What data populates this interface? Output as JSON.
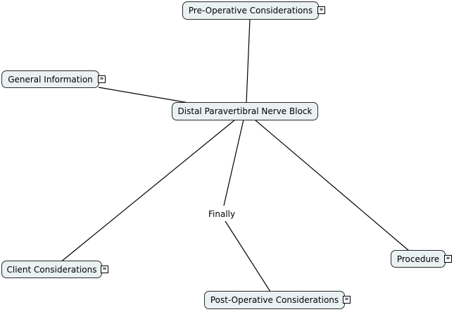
{
  "central": {
    "label": "Distal Paravertibral Nerve Block"
  },
  "nodes": {
    "pre_operative": {
      "label": "Pre-Operative Considerations"
    },
    "general_info": {
      "label": "General Information"
    },
    "client": {
      "label": "Client Considerations"
    },
    "post_operative": {
      "label": "Post-Operative Considerations"
    },
    "procedure": {
      "label": "Procedure"
    }
  },
  "links": {
    "finally": "Finally"
  },
  "icons": {
    "expand": "double-chevron-right-icon"
  },
  "colors": {
    "node_fill": "#eaf1f3",
    "node_border": "#2b2b2b",
    "edge": "#000000"
  }
}
